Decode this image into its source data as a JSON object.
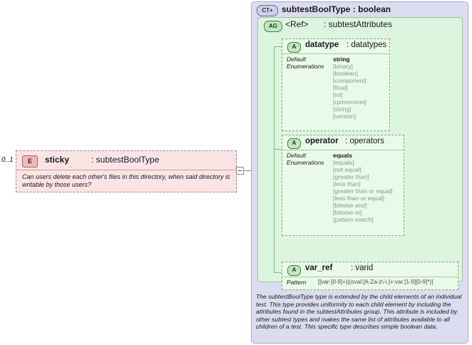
{
  "element": {
    "badge": "E",
    "name": "sticky",
    "type": ": subtestBoolType",
    "cardinality": "0..1",
    "documentation": "Can users delete each other's files in this directory, when said directory is writable by those users?"
  },
  "complex_type": {
    "badge": "CT",
    "expand_icon": "+",
    "title": "subtestBoolType : boolean"
  },
  "attribute_group": {
    "badge": "AG",
    "ref": "<Ref>",
    "type": ": subtestAttributes"
  },
  "attributes": [
    {
      "badge": "A",
      "name": "datatype",
      "type": ": datatypes",
      "facet_labels": "Default\nEnumerations",
      "default": "string",
      "enumerations": [
        "[binary]",
        "[boolean]",
        "[component]",
        "[float]",
        "[int]",
        "[rpmversion]",
        "[string]",
        "[version]"
      ]
    },
    {
      "badge": "A",
      "name": "operator",
      "type": ": operators",
      "facet_labels": "Default\nEnumerations",
      "default": "equals",
      "enumerations": [
        "[equals]",
        "[not equal]",
        "[greater than]",
        "[less than]",
        "[greater than or equal]",
        "[less than or equal]",
        "[bitwise and]",
        "[bitwise or]",
        "[pattern match]"
      ]
    },
    {
      "badge": "A",
      "name": "var_ref",
      "type": ": varid",
      "pattern_label": "Pattern",
      "pattern": "[[var-[0-9]+)|(oval:[A-Za-z\\-\\.]+:var:[1-9][0-9]*)]"
    }
  ],
  "documentation": "The subtestBoolType type is extended by the child elements of an individual test.  This type provides uniformity to each child element by including the attributes found in the subtestAttributes group.  This attribute is included by other subtest types and makes the same list of attributes available to all children of a test.  This specific type describes simple boolean data."
}
